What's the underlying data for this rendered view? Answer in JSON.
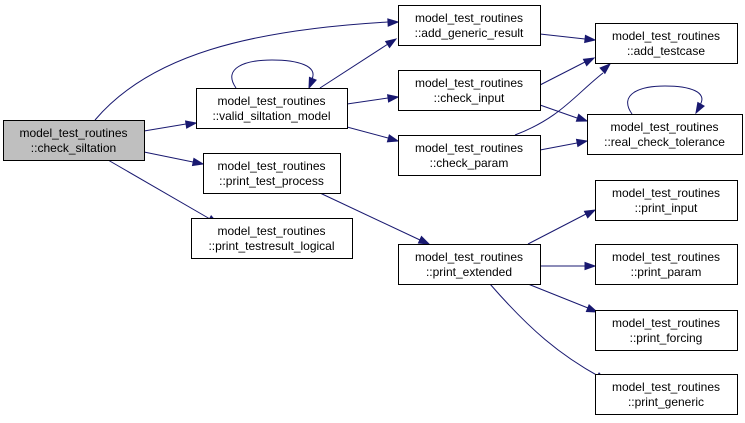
{
  "colors": {
    "edge": "#191970",
    "node_fill": "#ffffff",
    "root_fill": "#bfbfbf",
    "border": "#000000"
  },
  "nodes": [
    {
      "id": "check_siltation",
      "line1": "model_test_routines",
      "line2": "::check_siltation",
      "root": true
    },
    {
      "id": "valid_siltation_model",
      "line1": "model_test_routines",
      "line2": "::valid_siltation_model"
    },
    {
      "id": "print_test_process",
      "line1": "model_test_routines",
      "line2": "::print_test_process"
    },
    {
      "id": "print_testresult_logical",
      "line1": "model_test_routines",
      "line2": "::print_testresult_logical"
    },
    {
      "id": "add_generic_result",
      "line1": "model_test_routines",
      "line2": "::add_generic_result"
    },
    {
      "id": "check_input",
      "line1": "model_test_routines",
      "line2": "::check_input"
    },
    {
      "id": "check_param",
      "line1": "model_test_routines",
      "line2": "::check_param"
    },
    {
      "id": "print_extended",
      "line1": "model_test_routines",
      "line2": "::print_extended"
    },
    {
      "id": "add_testcase",
      "line1": "model_test_routines",
      "line2": "::add_testcase"
    },
    {
      "id": "real_check_tolerance",
      "line1": "model_test_routines",
      "line2": "::real_check_tolerance"
    },
    {
      "id": "print_input",
      "line1": "model_test_routines",
      "line2": "::print_input"
    },
    {
      "id": "print_param",
      "line1": "model_test_routines",
      "line2": "::print_param"
    },
    {
      "id": "print_forcing",
      "line1": "model_test_routines",
      "line2": "::print_forcing"
    },
    {
      "id": "print_generic",
      "line1": "model_test_routines",
      "line2": "::print_generic"
    }
  ],
  "edges": [
    {
      "from": "check_siltation",
      "to": "add_generic_result"
    },
    {
      "from": "check_siltation",
      "to": "valid_siltation_model"
    },
    {
      "from": "check_siltation",
      "to": "print_test_process"
    },
    {
      "from": "check_siltation",
      "to": "print_testresult_logical"
    },
    {
      "from": "valid_siltation_model",
      "to": "valid_siltation_model"
    },
    {
      "from": "valid_siltation_model",
      "to": "add_generic_result"
    },
    {
      "from": "valid_siltation_model",
      "to": "check_input"
    },
    {
      "from": "valid_siltation_model",
      "to": "check_param"
    },
    {
      "from": "add_generic_result",
      "to": "add_testcase"
    },
    {
      "from": "check_input",
      "to": "add_testcase"
    },
    {
      "from": "check_input",
      "to": "real_check_tolerance"
    },
    {
      "from": "check_param",
      "to": "add_testcase"
    },
    {
      "from": "check_param",
      "to": "real_check_tolerance"
    },
    {
      "from": "real_check_tolerance",
      "to": "real_check_tolerance"
    },
    {
      "from": "print_test_process",
      "to": "print_extended"
    },
    {
      "from": "print_extended",
      "to": "print_input"
    },
    {
      "from": "print_extended",
      "to": "print_param"
    },
    {
      "from": "print_extended",
      "to": "print_forcing"
    },
    {
      "from": "print_extended",
      "to": "print_generic"
    }
  ]
}
